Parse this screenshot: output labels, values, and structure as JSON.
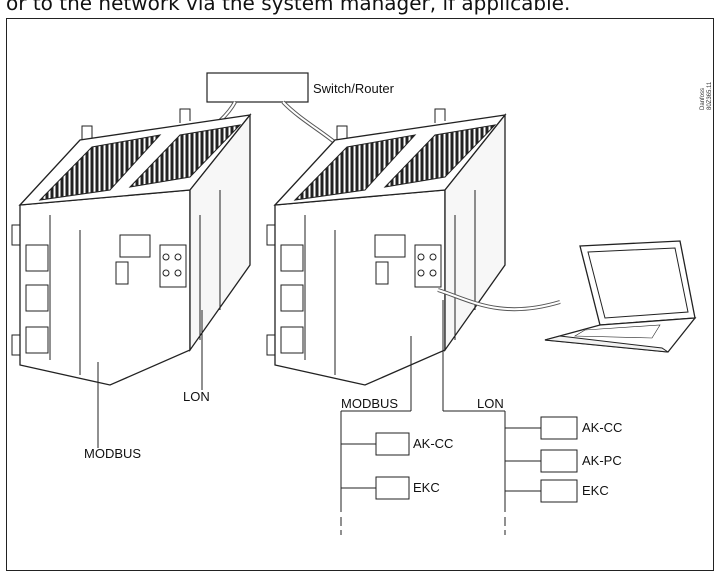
{
  "caption": "or to the network via the system manager, if applicable.",
  "labels": {
    "switch_router": "Switch/Router",
    "modbus_left": "MODBUS",
    "lon_left": "LON",
    "modbus_right": "MODBUS",
    "lon_right": "LON",
    "watermark_line1": "Danfoss",
    "watermark_line2": "80Z365.11"
  },
  "modbus_devices": [
    "AK-CC",
    "EKC"
  ],
  "lon_devices": [
    "AK-CC",
    "AK-PC",
    "EKC"
  ]
}
